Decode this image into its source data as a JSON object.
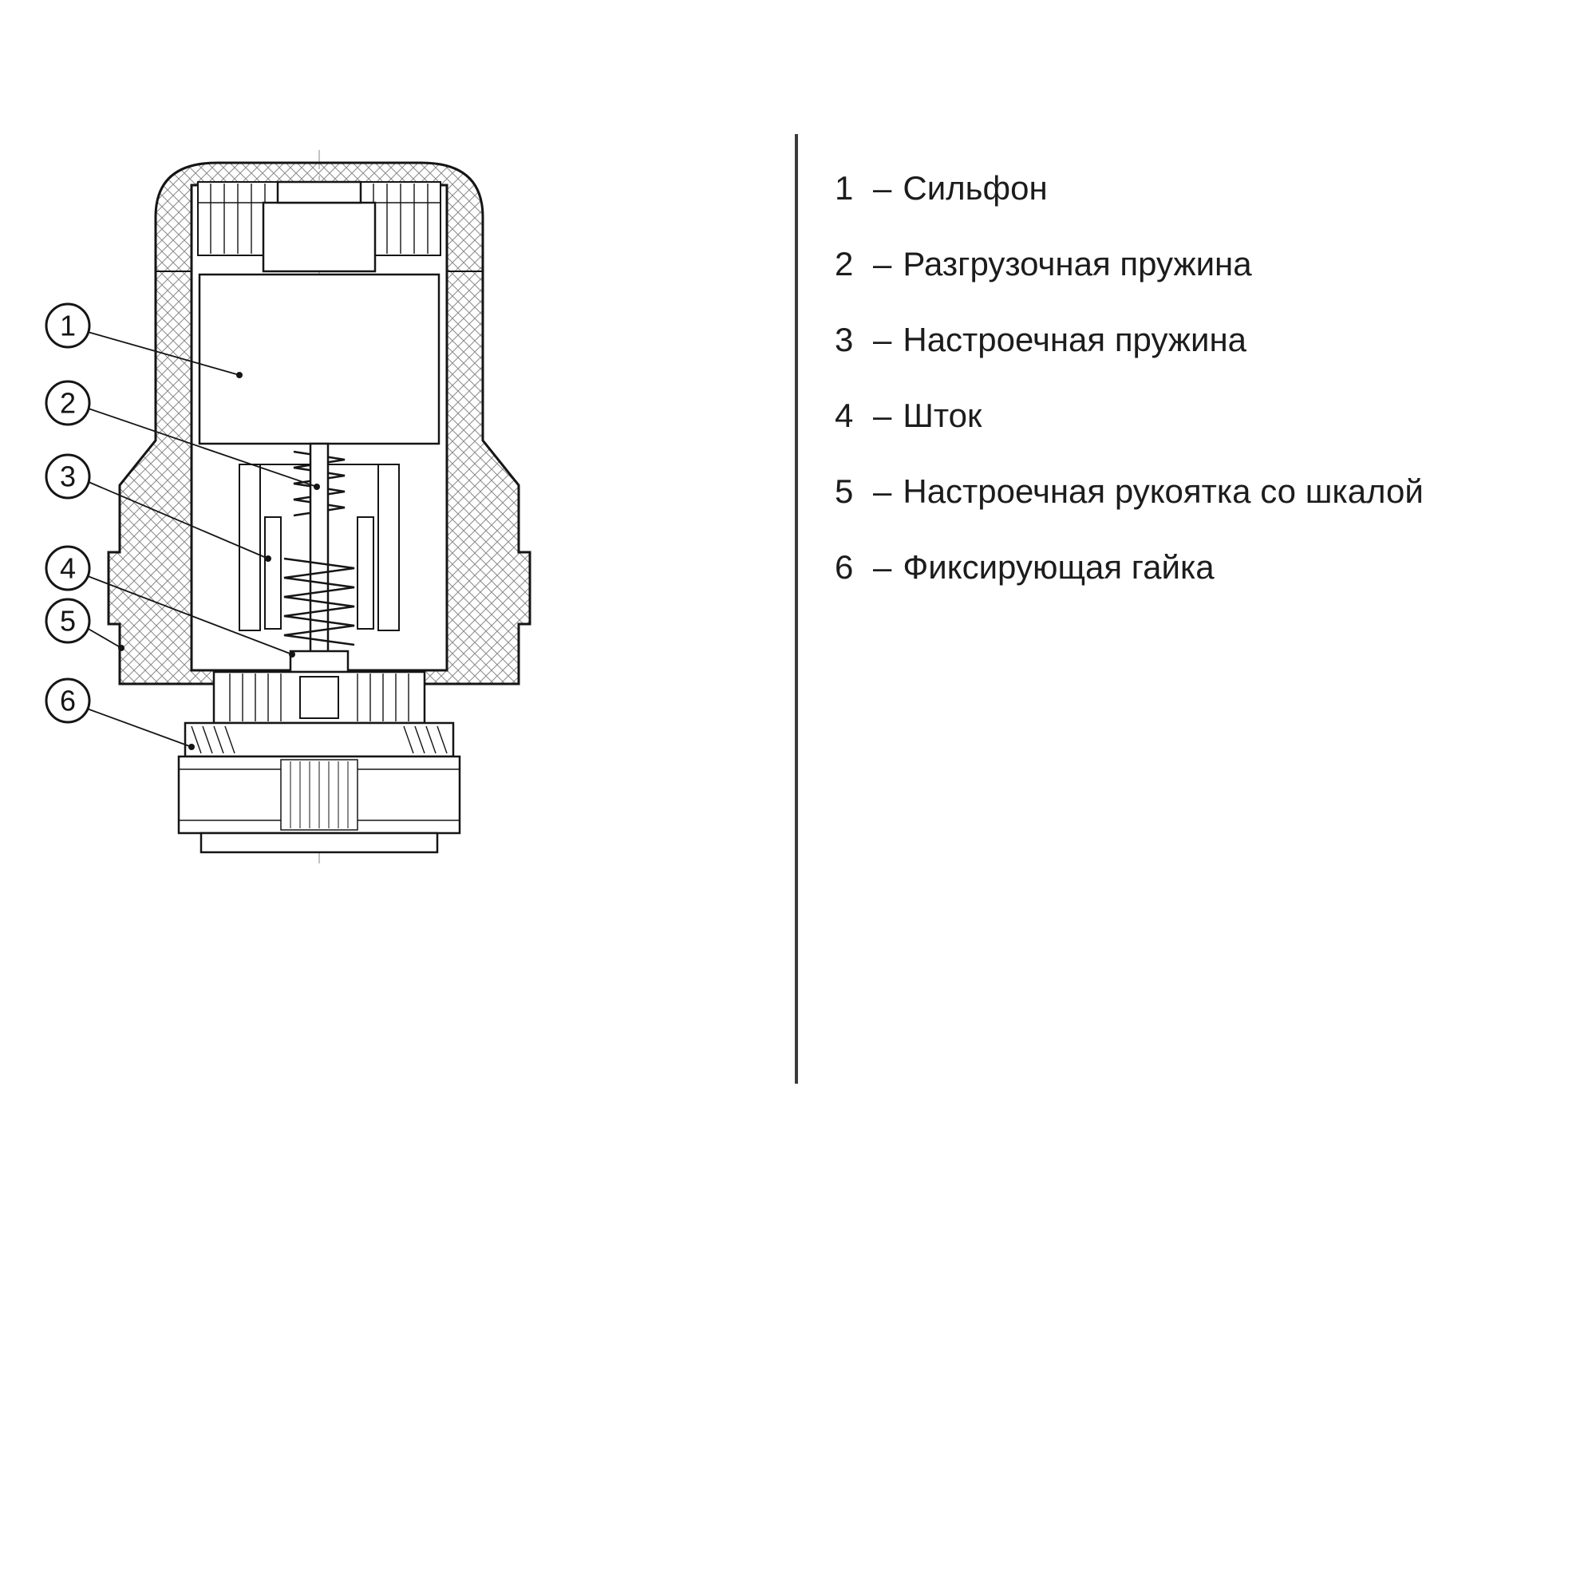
{
  "colors": {
    "background": "#ffffff",
    "line": "#151515",
    "text": "#1c1c1c",
    "divider": "#3b3b3b",
    "hatch": "#8a8a8a"
  },
  "legend": {
    "separator": "–",
    "items": [
      {
        "number": "1",
        "label": "Сильфон"
      },
      {
        "number": "2",
        "label": "Разгрузочная пружина"
      },
      {
        "number": "3",
        "label": "Настроечная пружина"
      },
      {
        "number": "4",
        "label": "Шток"
      },
      {
        "number": "5",
        "label": "Настроечная рукоятка со шкалой"
      },
      {
        "number": "6",
        "label": "Фиксирующая гайка"
      }
    ]
  }
}
